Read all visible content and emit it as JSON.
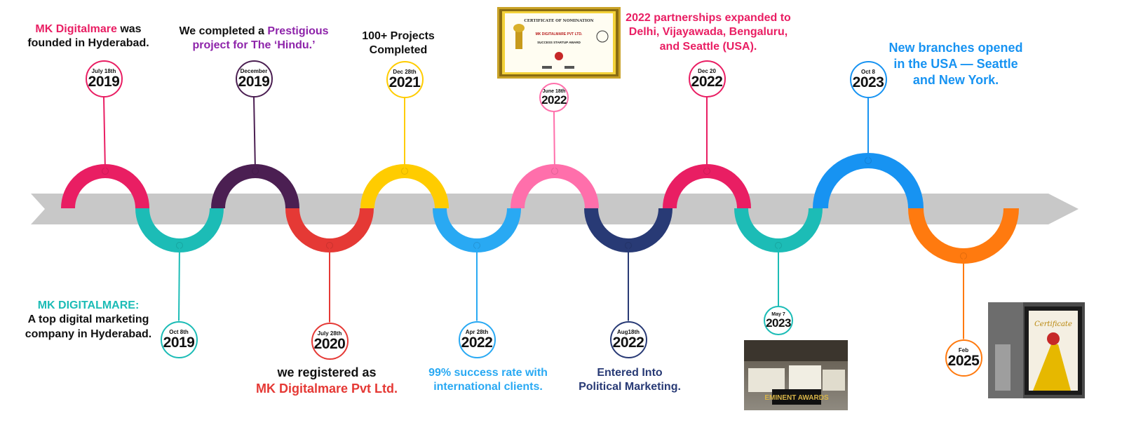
{
  "colors": {
    "track": "#c8c8c8",
    "track_shadow": "#b4b4b4",
    "ink": "#111111",
    "pink": "#e91e63",
    "teal": "#1cbcb6",
    "purple": "#4b1f52",
    "red": "#e53935",
    "yellow": "#ffcc00",
    "sky": "#29a9f3",
    "lightpink": "#ff6fab",
    "navy": "#283a75",
    "blue": "#1793f2",
    "orange": "#ff7a0f",
    "violet": "#8e24aa"
  },
  "milestones": [
    {
      "id": "m1",
      "date": "July 18th",
      "year": "2019",
      "color": "pink",
      "position": "above"
    },
    {
      "id": "m2",
      "date": "Oct 8th",
      "year": "2019",
      "color": "teal",
      "position": "below"
    },
    {
      "id": "m3",
      "date": "December",
      "year": "2019",
      "color": "purple",
      "position": "above"
    },
    {
      "id": "m4",
      "date": "July 28th",
      "year": "2020",
      "color": "red",
      "position": "below"
    },
    {
      "id": "m5",
      "date": "Dec 28th",
      "year": "2021",
      "color": "yellow",
      "position": "above"
    },
    {
      "id": "m6",
      "date": "Apr 28th",
      "year": "2022",
      "color": "sky",
      "position": "below"
    },
    {
      "id": "m7",
      "date": "June 18th",
      "year": "2022",
      "color": "lightpink",
      "position": "above"
    },
    {
      "id": "m8",
      "date": "Aug18th",
      "year": "2022",
      "color": "navy",
      "position": "below"
    },
    {
      "id": "m9",
      "date": "Dec 20",
      "year": "2022",
      "color": "pink",
      "position": "above"
    },
    {
      "id": "m10",
      "date": "May 7",
      "year": "2023",
      "color": "teal",
      "position": "below"
    },
    {
      "id": "m11",
      "date": "Oct 8",
      "year": "2023",
      "color": "blue",
      "position": "above"
    },
    {
      "id": "m12",
      "date": "Feb",
      "year": "2025",
      "color": "orange",
      "position": "below"
    }
  ],
  "labels": {
    "m1": [
      [
        {
          "t": "MK Digitalmare",
          "c": "pink"
        },
        {
          "t": " was",
          "c": "ink"
        }
      ],
      [
        {
          "t": "founded in Hyderabad.",
          "c": "ink"
        }
      ]
    ],
    "m2": [
      [
        {
          "t": "MK DIGITALMARE:",
          "c": "teal"
        }
      ],
      [
        {
          "t": "A top digital marketing",
          "c": "ink"
        }
      ],
      [
        {
          "t": "company in Hyderabad.",
          "c": "ink"
        }
      ]
    ],
    "m3": [
      [
        {
          "t": "We completed a ",
          "c": "ink"
        },
        {
          "t": "Prestigious",
          "c": "violet"
        }
      ],
      [
        {
          "t": "project for The ‘Hindu.’",
          "c": "violet"
        }
      ]
    ],
    "m4": [
      [
        {
          "t": "we registered as",
          "c": "ink"
        }
      ],
      [
        {
          "t": "MK Digitalmare Pvt Ltd.",
          "c": "red"
        }
      ]
    ],
    "m5": [
      [
        {
          "t": "100+ Projects",
          "c": "ink"
        }
      ],
      [
        {
          "t": "Completed",
          "c": "ink"
        }
      ]
    ],
    "m6": [
      [
        {
          "t": "99% success rate with",
          "c": "sky"
        }
      ],
      [
        {
          "t": "international clients.",
          "c": "sky"
        }
      ]
    ],
    "m8": [
      [
        {
          "t": "Entered Into",
          "c": "navy"
        }
      ],
      [
        {
          "t": "Political Marketing.",
          "c": "navy"
        }
      ]
    ],
    "m9": [
      [
        {
          "t": "2022 partnerships expanded to",
          "c": "pink"
        }
      ],
      [
        {
          "t": "Delhi, Vijayawada, Bengaluru,",
          "c": "pink"
        }
      ],
      [
        {
          "t": "and Seattle (USA).",
          "c": "pink"
        }
      ]
    ],
    "m11": [
      [
        {
          "t": "New branches opened",
          "c": "blue"
        }
      ],
      [
        {
          "t": "in the USA — Seattle",
          "c": "blue"
        }
      ],
      [
        {
          "t": "and New York.",
          "c": "blue"
        }
      ]
    ]
  },
  "certificate": {
    "heading": "CERTIFICATE OF NOMINATION",
    "company": "MK DIGITALMARE PVT LTD.",
    "award": "SUCCESS STARTUP AWARD"
  },
  "award_photo": {
    "text": "EMINENT AWARDS"
  },
  "frame_photo": {
    "text": "Certificate"
  }
}
